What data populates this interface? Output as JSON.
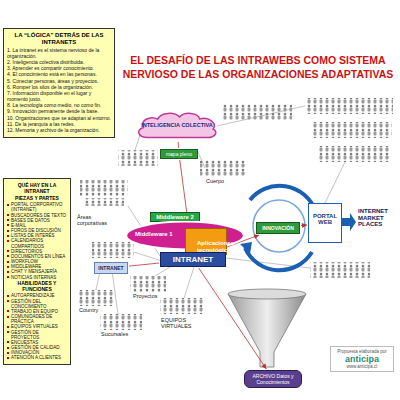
{
  "diagram": {
    "title": "EL DESAFÍO DE LAS INTRAWEBS COMO SISTEMA NERVIOSO DE LAS ORGANIZACIONES ADAPTATIVAS",
    "nodes": [
      {
        "text": [
          "LA “LÓGICA” DETRÁS DE LAS INTRANETS",
          "1. La intranet es el sistema nervioso de la organización.",
          "2. Inteligencia colectiva distribuida.",
          "3. Aprender es compartir conocimiento.",
          "4. El conocimiento está en las personas.",
          "5. Conectar personas, áreas y proyectos.",
          "6. Romper los silos de la organización.",
          "7. Información disponible en el lugar y momento justo.",
          "8. La tecnología como medio, no como fin.",
          "9. Innovación permanente desde la base.",
          "10. Organizaciones que se adaptan al entorno.",
          "11. De la jerarquía a las redes.",
          "12. Memoria y archivo de la organización."
        ]
      },
      {
        "text": [
          "INTELIGENCIA COLECTIVA"
        ]
      },
      {
        "text": [
          "mapa pleno"
        ]
      },
      {
        "text": [
          "Middleware 2"
        ]
      },
      {
        "text": [
          "Middleware 1"
        ]
      },
      {
        "text": [
          "Aplicaciones tecnológicas"
        ],
        "in": 4
      },
      {
        "text": [
          "INNOVACIÓN"
        ]
      },
      {
        "text": [
          "PORTAL WEB"
        ]
      },
      {
        "text": [
          "INTRANET"
        ]
      },
      {
        "text": [
          "INTRANET"
        ]
      },
      {
        "text": [
          "QUÉ HAY EN LA INTRANET",
          "PIEZAS Y PARTES",
          "PORTAL CORPORATIVO (INTRANET)",
          "BUSCADORES DE TEXTO",
          "BASES DE DATOS",
          "E-MAIL",
          "FOROS DE DISCUSIÓN",
          "LISTAS DE INTERÉS",
          "CALENDARIOS COMPARTIDOS",
          "DIRECTORIOS",
          "DOCUMENTOS EN LÍNEA",
          "WORKFLOW",
          "MIDDLEWARE",
          "CHAT Y MENSAJERÍA",
          "NOTICIAS INTERNAS",
          "HABILIDADES Y FUNCIONES",
          "AUTOAPRENDIZAJE",
          "GESTIÓN DEL CONOCIMIENTO",
          "TRABAJO EN EQUIPO",
          "COMUNIDADES DE PRÁCTICA",
          "EQUIPOS VIRTUALES",
          "GESTIÓN DE PROYECTOS",
          "ENCUESTAS",
          "GESTIÓN DE CALIDAD",
          "INNOVACIÓN",
          "ATENCIÓN A CLIENTES"
        ]
      },
      {
        "text": [
          "ARCHIVO Datos y Conocimientos"
        ]
      },
      {
        "text": [
          "Propuesta elaborada por",
          "anticipa",
          "www.anticipa.cl"
        ]
      }
    ],
    "edges": [
      {
        "from": 8,
        "to": 2,
        "arrow": "none"
      },
      {
        "from": 2,
        "to": 1,
        "arrow": "none"
      },
      {
        "from": 8,
        "to": 6,
        "arrow": "to"
      },
      {
        "from": 6,
        "to": 7,
        "arrow": "to"
      },
      {
        "from": 8,
        "to": 9,
        "arrow": "none"
      },
      {
        "from": 8,
        "to": 11,
        "arrow": "to"
      }
    ],
    "labels": [
      "Cuerpo",
      "Áreas corporativas",
      "Country",
      "Proyectos",
      "Sucursales",
      "EQUIPOS VIRTUALES",
      "INTERNET MARKET PLACES"
    ]
  }
}
